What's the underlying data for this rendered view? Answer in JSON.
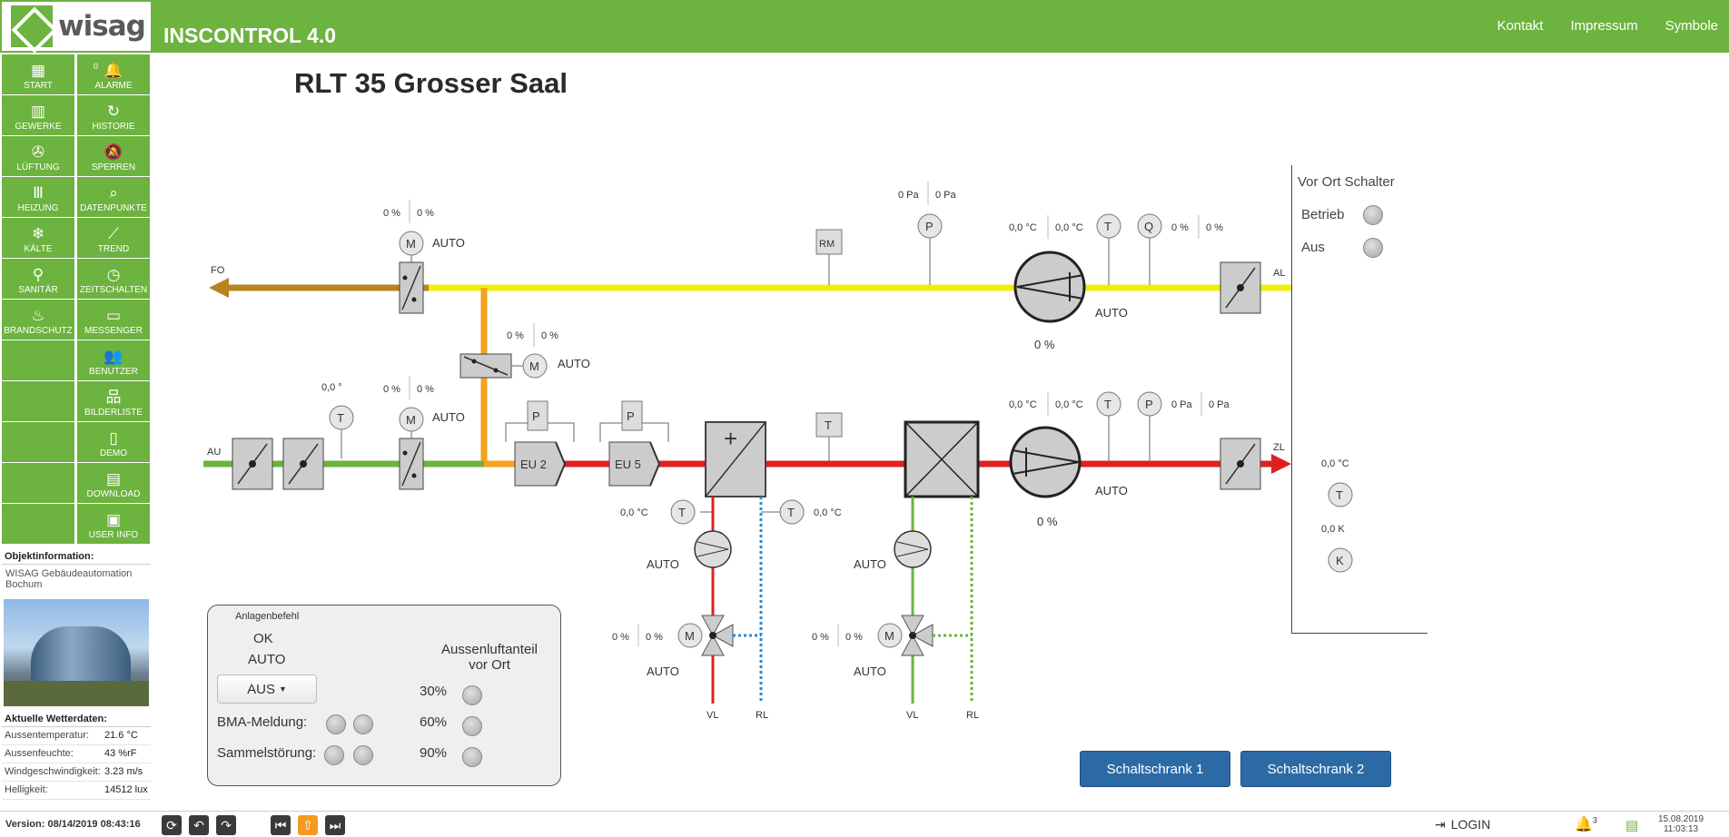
{
  "header": {
    "logo_text": "wisag",
    "app_title": "INSCONTROL 4.0",
    "nav": [
      "Kontakt",
      "Impressum",
      "Symbole"
    ]
  },
  "sidebar": {
    "items": [
      {
        "label": "START",
        "icon": "grid-icon"
      },
      {
        "label": "ALARME",
        "icon": "bell-icon",
        "badge": "0"
      },
      {
        "label": "GEWERKE",
        "icon": "building-icon"
      },
      {
        "label": "HISTORIE",
        "icon": "history-icon"
      },
      {
        "label": "LÜFTUNG",
        "icon": "fan-icon"
      },
      {
        "label": "SPERREN",
        "icon": "bell-off-icon"
      },
      {
        "label": "HEIZUNG",
        "icon": "radiator-icon"
      },
      {
        "label": "DATENPUNKTE",
        "icon": "magnifier-icon"
      },
      {
        "label": "KÄLTE",
        "icon": "snowflake-icon"
      },
      {
        "label": "TREND",
        "icon": "trend-icon"
      },
      {
        "label": "SANITÄR",
        "icon": "faucet-icon"
      },
      {
        "label": "ZEITSCHALTEN",
        "icon": "clock-icon"
      },
      {
        "label": "BRANDSCHUTZ",
        "icon": "flame-icon"
      },
      {
        "label": "MESSENGER",
        "icon": "chat-icon"
      },
      {
        "label": "",
        "icon": ""
      },
      {
        "label": "BENUTZER",
        "icon": "users-icon"
      },
      {
        "label": "",
        "icon": ""
      },
      {
        "label": "BILDERLISTE",
        "icon": "sitemap-icon"
      },
      {
        "label": "",
        "icon": ""
      },
      {
        "label": "DEMO",
        "icon": "door-icon"
      },
      {
        "label": "",
        "icon": ""
      },
      {
        "label": "DOWNLOAD",
        "icon": "document-icon"
      },
      {
        "label": "",
        "icon": ""
      },
      {
        "label": "USER INFO",
        "icon": "id-card-icon"
      }
    ],
    "objinfo_title": "Objektinformation:",
    "objinfo_text": "WISAG Gebäudeautomation Bochum",
    "weather_title": "Aktuelle Wetterdaten:",
    "weather": [
      {
        "label": "Aussentemperatur:",
        "value": "21.6 °C"
      },
      {
        "label": "Aussenfeuchte:",
        "value": "43 %rF"
      },
      {
        "label": "Windgeschwindigkeit:",
        "value": "3.23 m/s"
      },
      {
        "label": "Helligkeit:",
        "value": "14512 lux"
      }
    ]
  },
  "page_title": "RLT 35 Grosser Saal",
  "scheme": {
    "fo": "FO",
    "au": "AU",
    "al": "AL",
    "zl": "ZL",
    "vl": "VL",
    "rl": "RL",
    "auto": "AUTO",
    "m": "M",
    "t": "T",
    "p": "P",
    "q": "Q",
    "k": "K",
    "rm": "RM",
    "pct0": "0 %",
    "pa0": "0 Pa",
    "deg0": "0,0 °C",
    "deg0b": "0,0 °",
    "k0": "0,0 K",
    "eu2": "EU 2",
    "eu5": "EU 5"
  },
  "command_panel": {
    "title": "Anlagenbefehl",
    "status": "OK",
    "mode": "AUTO",
    "aus_button": "AUS",
    "bma": "BMA-Meldung:",
    "sammel": "Sammelstörung:",
    "aussen_title_1": "Aussenluftanteil",
    "aussen_title_2": "vor Ort",
    "pcts": [
      "30%",
      "60%",
      "90%"
    ]
  },
  "vor_ort": {
    "title": "Vor Ort Schalter",
    "betrieb": "Betrieb",
    "aus": "Aus"
  },
  "cabinet_buttons": [
    "Schaltschrank 1",
    "Schaltschrank 2"
  ],
  "footer": {
    "version": "Version: 08/14/2019 08:43:16",
    "login": "LOGIN",
    "alarm_count": "3",
    "date": "15.08.2019",
    "time": "11:03:13"
  },
  "colors": {
    "brand_green": "#6db33f",
    "supply_red": "#e02020",
    "exhaust_yellow": "#f0ee10",
    "outside_green": "#6bb33a",
    "mix_orange": "#f5a21d",
    "fortluft_brown": "#b8841e",
    "button_blue": "#2c6aa6"
  }
}
